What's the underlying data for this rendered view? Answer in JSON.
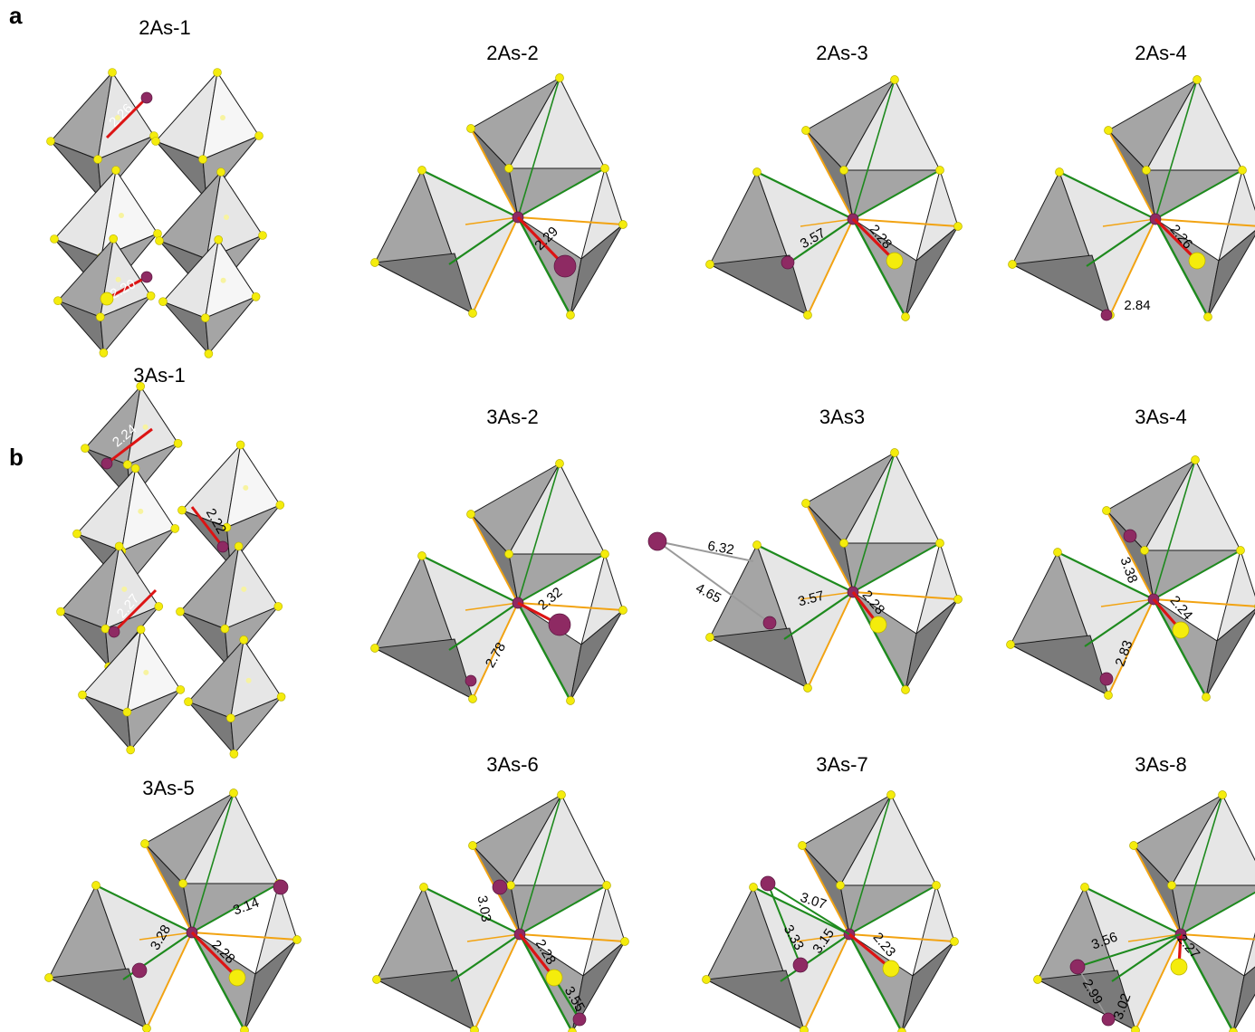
{
  "panel_letters": {
    "a": "a",
    "b": "b"
  },
  "colors": {
    "background": "#ffffff",
    "polyhedron_dark": "#7a7a7a",
    "polyhedron_mid": "#a5a5a5",
    "polyhedron_light": "#e6e6e6",
    "edge": "#1a1a1a",
    "s_atom": "#f4ec0c",
    "as_atom": "#8e2a63",
    "bond_as_s": "#dc1414",
    "bond_green": "#1e8a1e",
    "bond_orange": "#f2a312",
    "bond_grey": "#9a9a9a"
  },
  "panels": [
    {
      "id": "2As-1",
      "title": "2As-1",
      "labels": [
        "2.26",
        "2.20"
      ]
    },
    {
      "id": "2As-2",
      "title": "2As-2",
      "labels": [
        "2.29"
      ]
    },
    {
      "id": "2As-3",
      "title": "2As-3",
      "labels": [
        "3.57",
        "2.28"
      ]
    },
    {
      "id": "2As-4",
      "title": "2As-4",
      "labels": [
        "2.26",
        "2.84"
      ]
    },
    {
      "id": "3As-1",
      "title": "3As-1",
      "labels": [
        "2.24",
        "2.22",
        "2.27"
      ]
    },
    {
      "id": "3As-2",
      "title": "3As-2",
      "labels": [
        "2.32",
        "2.78"
      ]
    },
    {
      "id": "3As3",
      "title": "3As3",
      "labels": [
        "6.32",
        "4.65",
        "3.57",
        "2.28"
      ]
    },
    {
      "id": "3As-4",
      "title": "3As-4",
      "labels": [
        "3.38",
        "2.24",
        "2.83"
      ]
    },
    {
      "id": "3As-5",
      "title": "3As-5",
      "labels": [
        "3.28",
        "3.14",
        "2.28"
      ]
    },
    {
      "id": "3As-6",
      "title": "3As-6",
      "labels": [
        "3.03",
        "2.28",
        "3.55"
      ]
    },
    {
      "id": "3As-7",
      "title": "3As-7",
      "labels": [
        "3.07",
        "3.33",
        "3.15",
        "2.23"
      ]
    },
    {
      "id": "3As-8",
      "title": "3As-8",
      "labels": [
        "3.56",
        "2.27",
        "2.99",
        "3.02"
      ]
    }
  ]
}
